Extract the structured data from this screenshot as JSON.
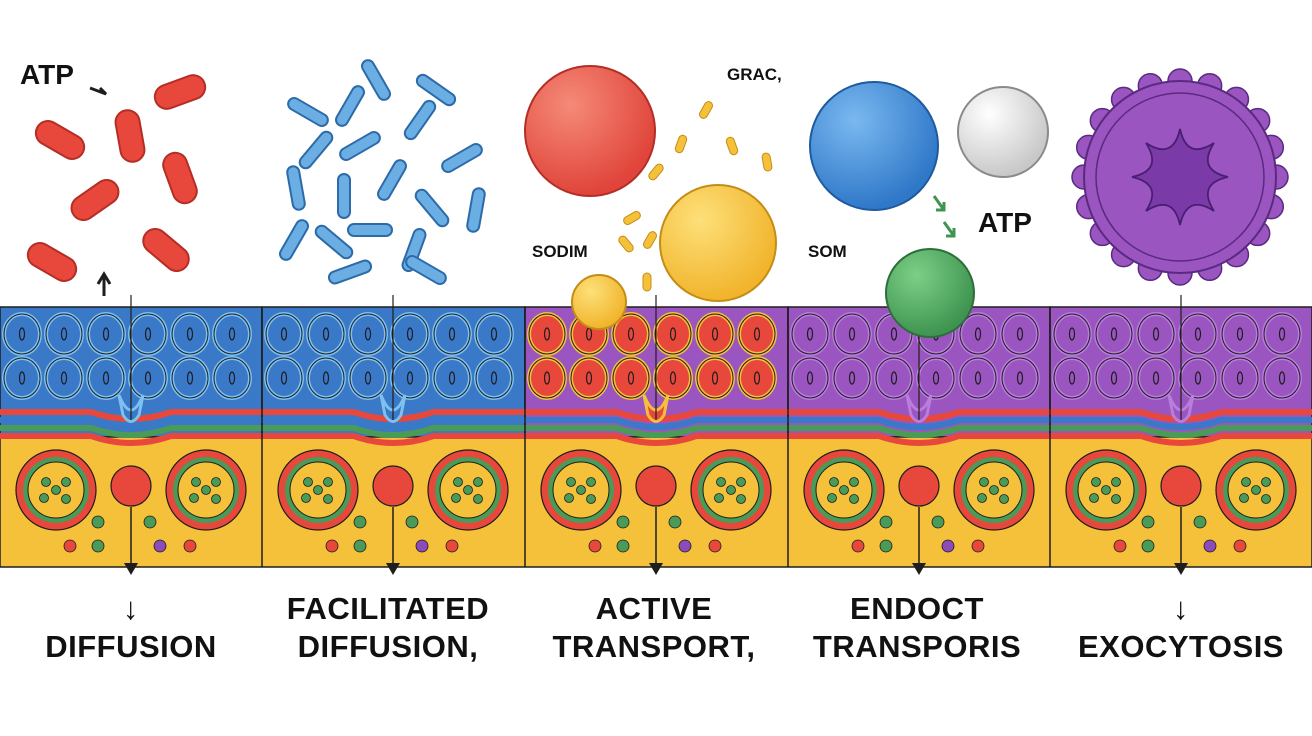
{
  "colors": {
    "red": "#e8483c",
    "blue": "#3a78c8",
    "cyan": "#5aa2dc",
    "yellow": "#f6c13a",
    "purple": "#8c4bb8",
    "green": "#4a9a58",
    "grey": "#d8d8d8",
    "outline": "#222222"
  },
  "labels": {
    "atp_top_left": "ATP",
    "grac": "GRAC,",
    "sodim": "SODIM",
    "som": "SOM",
    "atp_right": "ATP"
  },
  "sections": [
    {
      "key": "diffusion",
      "arrow": "↓",
      "line1": "",
      "line2": "DIFFUSION",
      "band_color": "#3a78c8"
    },
    {
      "key": "facilitated",
      "arrow": "",
      "line1": "FACILITATED",
      "line2": "DIFFUSION,",
      "band_color": "#3a78c8"
    },
    {
      "key": "active",
      "arrow": "",
      "line1": "ACTIVE",
      "line2": "TRANSPORT,",
      "band_color": "#9a55c0"
    },
    {
      "key": "endoct",
      "arrow": "",
      "line1": "ENDOCT",
      "line2": "TRANSPORIS",
      "band_color": "#9a55c0"
    },
    {
      "key": "exocytosis",
      "arrow": "↓",
      "line1": "",
      "line2": "EXOCYTOSIS",
      "band_color": "#9a55c0"
    }
  ]
}
